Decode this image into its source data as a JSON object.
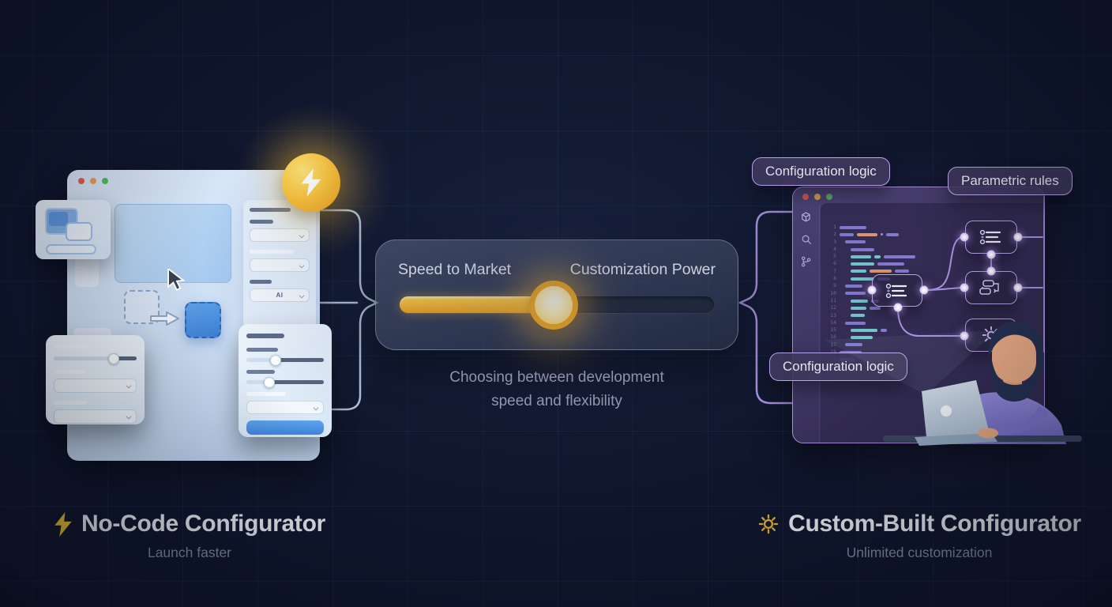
{
  "colors": {
    "background": "#10172e",
    "accent_yellow": "#f5b021",
    "accent_purple": "#b49ceb",
    "ui_light_blue": "#d6e6f8",
    "slider_fill": "#f2a317",
    "text_primary": "#f3f6fb",
    "text_muted": "#8a92a8"
  },
  "icons": {
    "lightning": "lightning-bolt",
    "gear": "gear-cog",
    "search": "magnifier",
    "package": "cube",
    "git_branch": "branch",
    "cursor": "pointer-arrow",
    "chevron_down": "chevron",
    "list": "bullet-list",
    "flowchart": "flow-boxes"
  },
  "left_panel": {
    "description": "no-code visual builder mockup",
    "ai_label": "AI"
  },
  "center": {
    "slider": {
      "left_label": "Speed to Market",
      "right_label": "Customization Power",
      "value_percent": 49
    },
    "caption_line1": "Choosing between development",
    "caption_line2": "speed and flexibility"
  },
  "right_panel": {
    "description": "custom code editor with parametric node graph",
    "pills": [
      {
        "label": "Configuration logic"
      },
      {
        "label": "Parametric rules"
      },
      {
        "label": "Configuration logic"
      }
    ],
    "editor": {
      "line_count": 19,
      "code_lines": [
        {
          "ind": 0,
          "seg": [
            [
              "p",
              34
            ]
          ]
        },
        {
          "ind": 0,
          "seg": [
            [
              "p",
              18
            ],
            [
              "o",
              26
            ],
            [
              "d",
              3
            ],
            [
              "p",
              16
            ]
          ]
        },
        {
          "ind": 1,
          "seg": [
            [
              "p",
              26
            ]
          ]
        },
        {
          "ind": 2,
          "seg": [
            [
              "p",
              30
            ]
          ]
        },
        {
          "ind": 2,
          "seg": [
            [
              "t",
              26
            ],
            [
              "t",
              8
            ],
            [
              "p",
              40
            ]
          ]
        },
        {
          "ind": 2,
          "seg": [
            [
              "t",
              30
            ],
            [
              "p",
              34
            ]
          ]
        },
        {
          "ind": 2,
          "seg": [
            [
              "t",
              20
            ],
            [
              "o",
              28
            ],
            [
              "p",
              18
            ]
          ]
        },
        {
          "ind": 2,
          "seg": [
            [
              "t",
              30
            ],
            [
              "p",
              16
            ]
          ]
        },
        {
          "ind": 1,
          "seg": [
            [
              "p",
              22
            ]
          ]
        },
        {
          "ind": 1,
          "seg": [
            [
              "p",
              26
            ]
          ]
        },
        {
          "ind": 2,
          "seg": [
            [
              "t",
              22
            ],
            [
              "p",
              10
            ]
          ]
        },
        {
          "ind": 2,
          "seg": [
            [
              "t",
              20
            ],
            [
              "p",
              14
            ]
          ]
        },
        {
          "ind": 2,
          "seg": [
            [
              "t",
              18
            ]
          ]
        },
        {
          "ind": 1,
          "seg": [
            [
              "p",
              26
            ]
          ]
        },
        {
          "ind": 2,
          "seg": [
            [
              "t",
              34
            ],
            [
              "p",
              8
            ]
          ]
        },
        {
          "ind": 2,
          "seg": [
            [
              "t",
              28
            ]
          ]
        },
        {
          "ind": 1,
          "seg": [
            [
              "p",
              22
            ]
          ]
        },
        {
          "ind": 0,
          "seg": [
            [
              "p",
              28
            ]
          ]
        },
        {
          "ind": 0,
          "seg": [
            [
              "p",
              20
            ]
          ]
        }
      ]
    }
  },
  "footer": {
    "left": {
      "icon": "lightning-icon",
      "title": "No-Code Configurator",
      "subtitle": "Launch faster"
    },
    "right": {
      "icon": "gear-icon",
      "title": "Custom-Built Configurator",
      "subtitle": "Unlimited customization"
    }
  }
}
